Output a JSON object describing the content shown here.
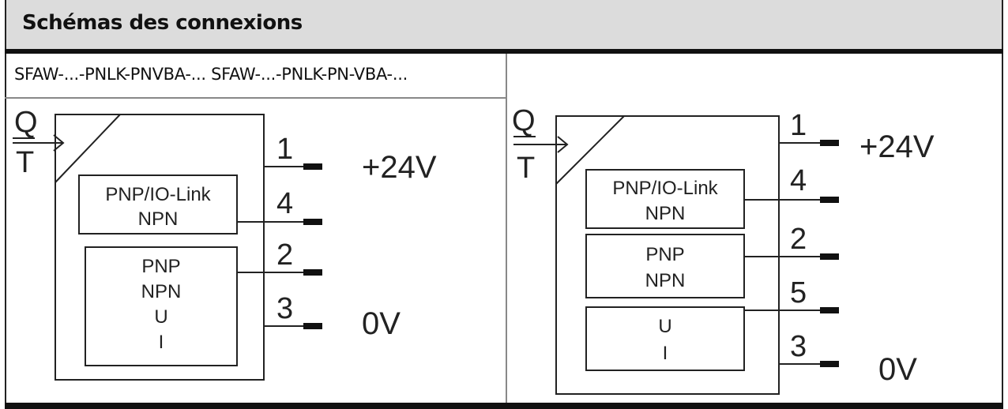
{
  "header": {
    "title": "Schémas des connexions"
  },
  "columns": [
    {
      "heading": "SFAW-...-PNLK-PNVBA-... SFAW-...-PNLK-PN-VBA-..."
    },
    {
      "heading": ""
    }
  ],
  "diagram_left": {
    "q": "Q",
    "t": "T",
    "box1": [
      "PNP/IO-Link",
      "NPN"
    ],
    "box2": [
      "PNP",
      "NPN",
      "U",
      "I"
    ],
    "pins": [
      "1",
      "4",
      "2",
      "3"
    ],
    "v_top": "+24V",
    "v_bottom": "0V"
  },
  "diagram_right": {
    "q": "Q",
    "t": "T",
    "box1": [
      "PNP/IO-Link",
      "NPN"
    ],
    "box2": [
      "PNP",
      "NPN"
    ],
    "box3": [
      "U",
      "I"
    ],
    "pins": [
      "1",
      "4",
      "2",
      "5",
      "3"
    ],
    "v_top": "+24V",
    "v_bottom": "0V"
  }
}
